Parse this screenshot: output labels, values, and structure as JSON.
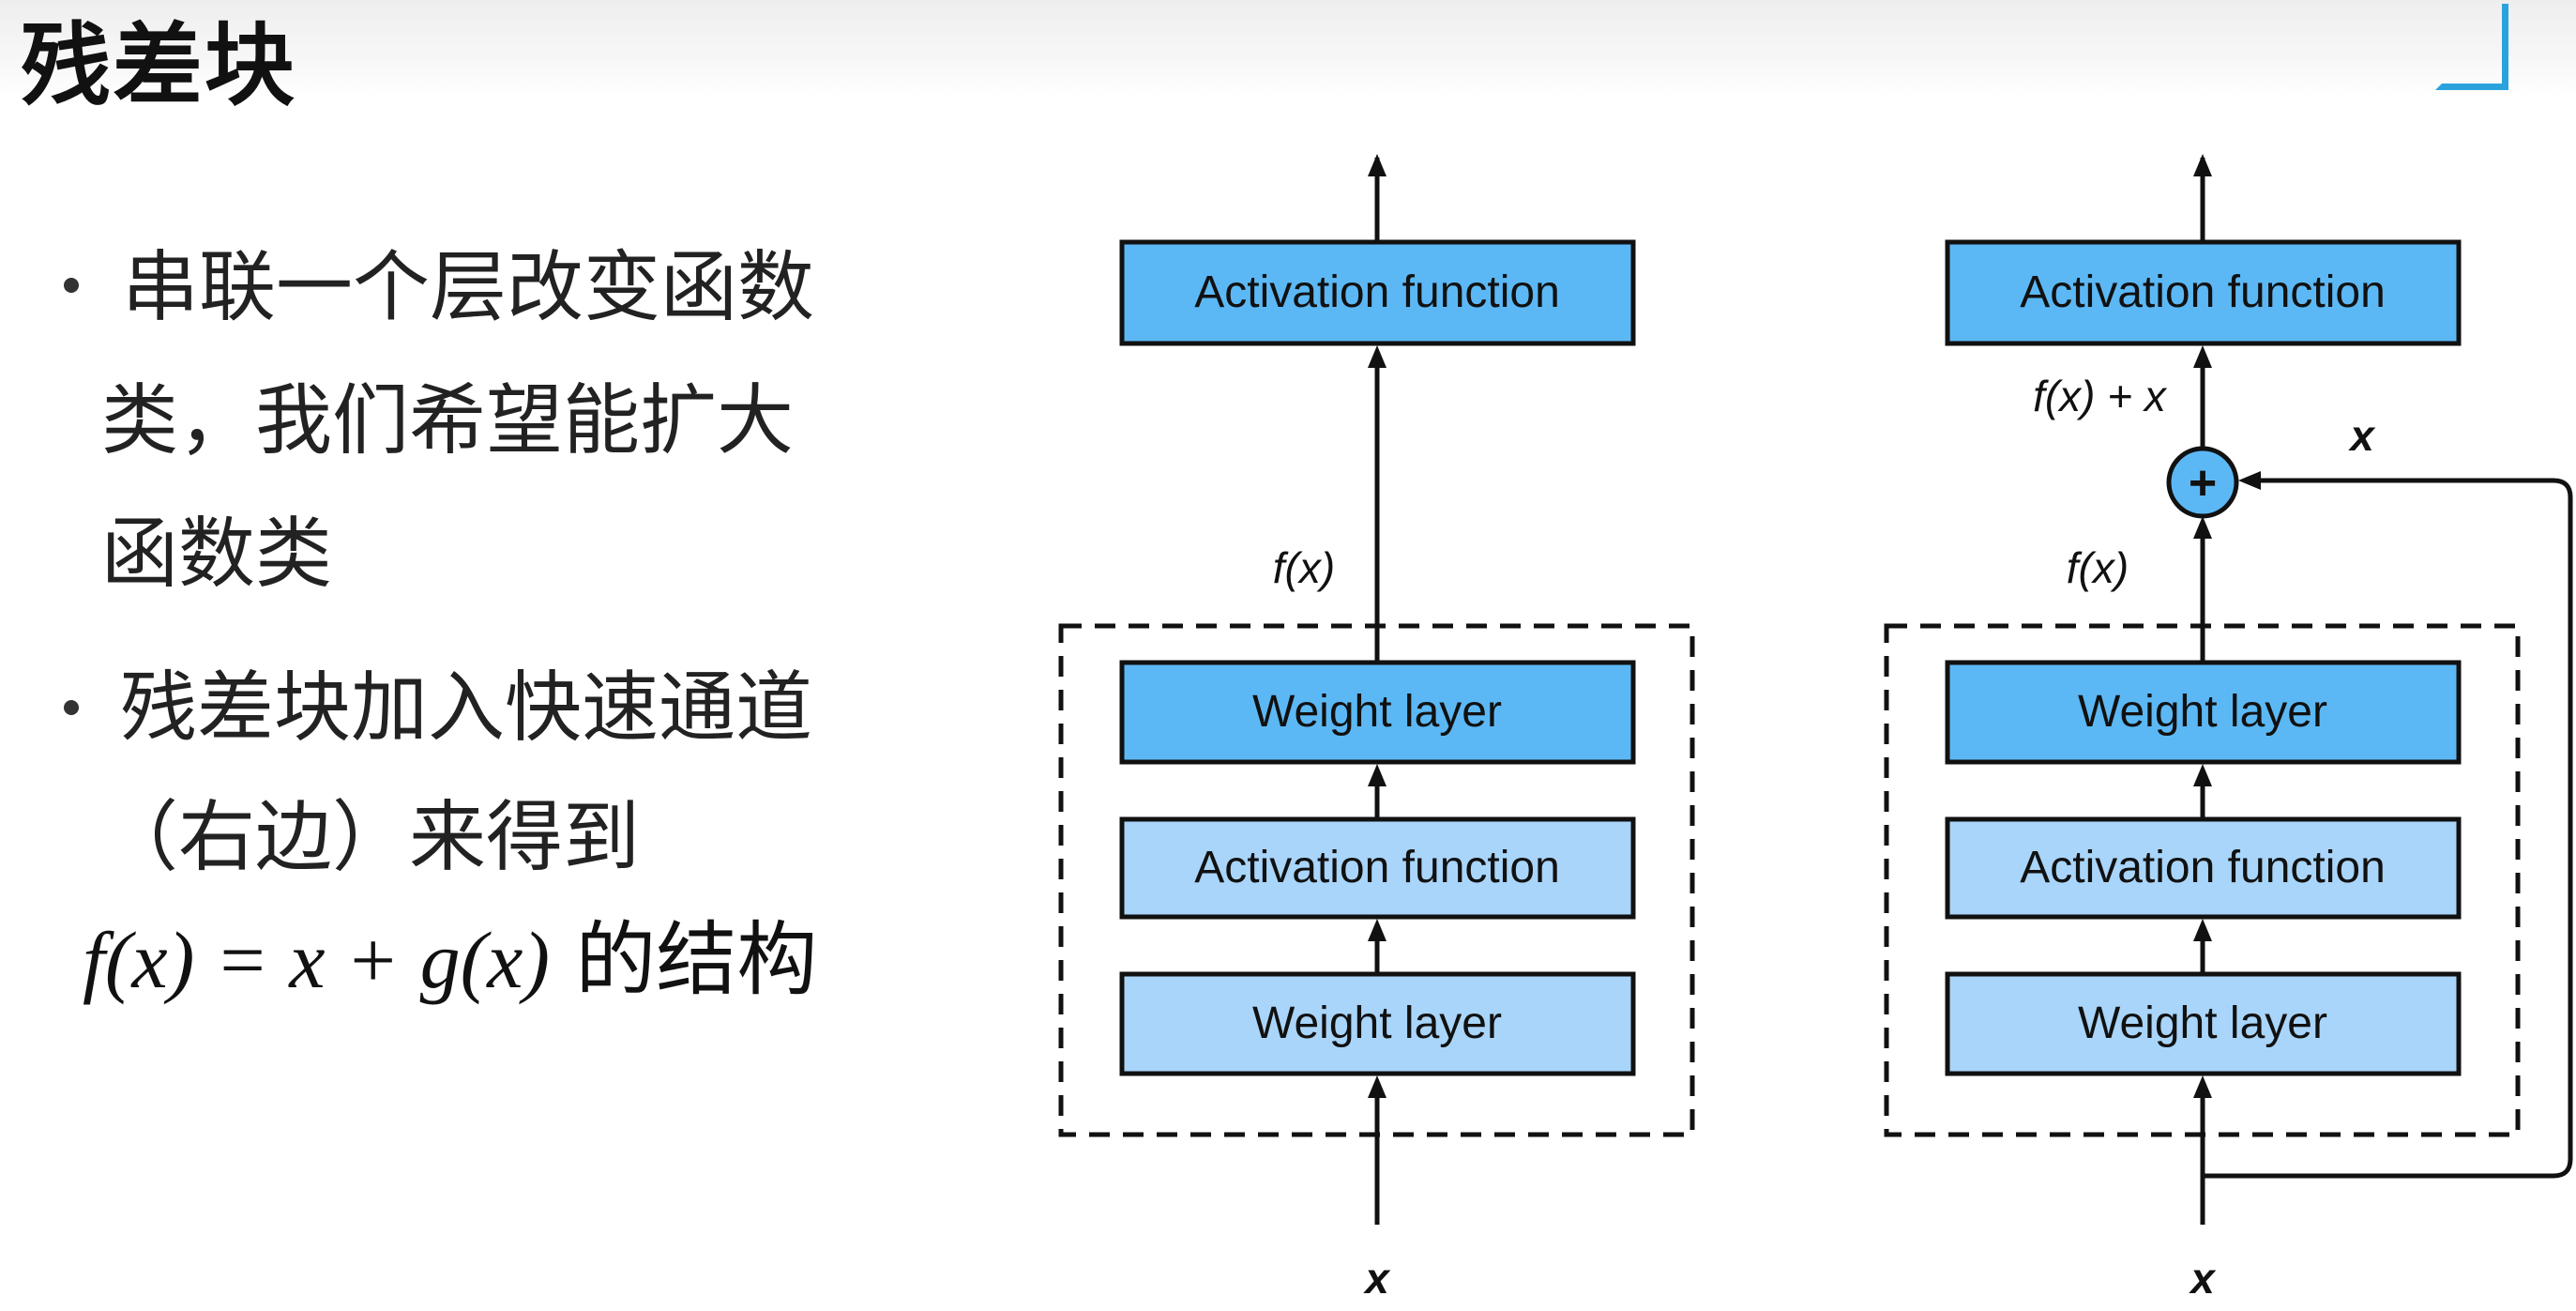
{
  "title": "残差块",
  "bullets": [
    {
      "lines": [
        "串联一个层改变函数",
        "类，我们希望能扩大",
        "函数类"
      ]
    },
    {
      "lines": [
        "残差块加入快速通道",
        "（右边）来得到"
      ]
    }
  ],
  "formula": {
    "expression": "f(x) = x + g(x)",
    "suffix": " 的结构"
  },
  "diagram": {
    "left": {
      "top_box": "Activation function",
      "block_boxes": [
        "Weight layer",
        "Activation function",
        "Weight layer"
      ],
      "output_label": "f(x)",
      "input_label": "x"
    },
    "right": {
      "top_box": "Activation function",
      "block_boxes": [
        "Weight layer",
        "Activation function",
        "Weight layer"
      ],
      "output_label": "f(x)",
      "sum_label": "f(x) + x",
      "shortcut_label": "x",
      "adder_symbol": "+",
      "input_label": "x"
    },
    "colors": {
      "box_dark": "#5cb8f5",
      "box_light": "#a9d5fa",
      "adder": "#5cb8f5"
    }
  }
}
